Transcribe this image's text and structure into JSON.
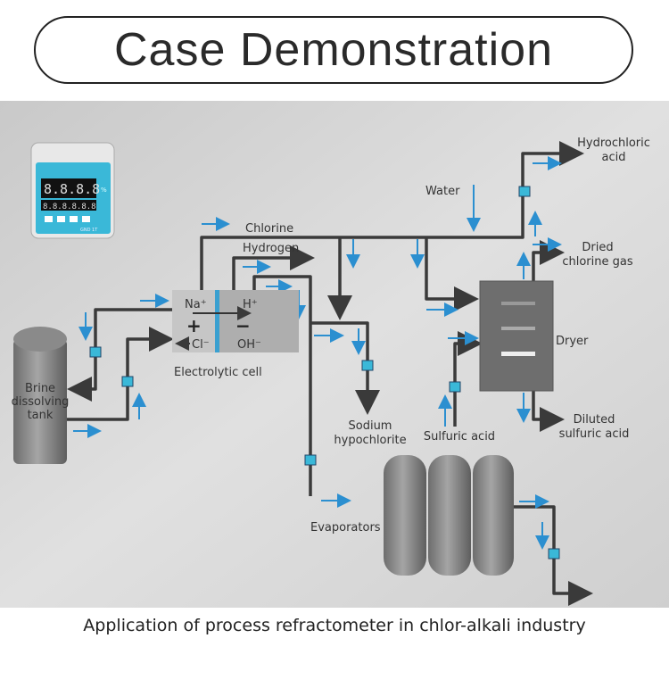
{
  "header": {
    "title": "Case Demonstration"
  },
  "diagram": {
    "device": {
      "display_top": "8.8.8.8",
      "display_bottom": "8.8.8.8.8.8",
      "unit": "%",
      "brand": "GND 1T",
      "accent": "#3ab8d8"
    },
    "labels": {
      "chlorine": "Chlorine",
      "hydrogen": "Hydrogen",
      "electrolytic_cell": "Electrolytic cell",
      "na": "Na⁺",
      "h": "H⁺",
      "cl": "Cl⁻",
      "oh": "OH⁻",
      "plus": "+",
      "minus": "−",
      "brine_tank": [
        "Brine",
        "dissolving",
        "tank"
      ],
      "water": "Water",
      "hydrochloric_acid": [
        "Hydrochloric",
        "acid"
      ],
      "dried_chlorine_gas": [
        "Dried",
        "chlorine gas"
      ],
      "dryer": "Dryer",
      "diluted_sulfuric_acid": [
        "Diluted",
        "sulfuric acid"
      ],
      "sulfuric_acid": "Sulfuric acid",
      "sodium_hypochlorite": [
        "Sodium",
        "hypochlorite"
      ],
      "evaporators": "Evaporators"
    },
    "colors": {
      "pipe": "#3a3a3a",
      "flow_arrow": "#2b8fd0",
      "sensor": "#3ab8d8"
    }
  },
  "caption": "Application of process refractometer in chlor-alkali industry"
}
